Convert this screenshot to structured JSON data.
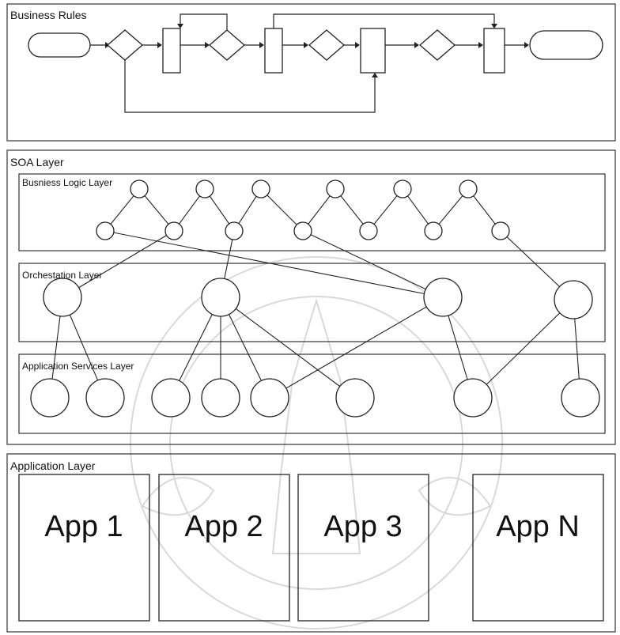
{
  "sections": {
    "business_rules": {
      "title": "Business Rules"
    },
    "soa_layer": {
      "title": "SOA Layer",
      "business_logic": {
        "title": "Busniess Logic Layer"
      },
      "orchestration": {
        "title": "Orchestation Layer"
      },
      "application_services": {
        "title": "Application Services Layer"
      }
    },
    "application_layer": {
      "title": "Application Layer",
      "apps": [
        {
          "label": "App 1"
        },
        {
          "label": "App 2"
        },
        {
          "label": "App 3"
        },
        {
          "label": "App N"
        }
      ]
    }
  },
  "colors": {
    "line": "#222222",
    "watermark": "#d9d9d9",
    "background": "#ffffff"
  }
}
